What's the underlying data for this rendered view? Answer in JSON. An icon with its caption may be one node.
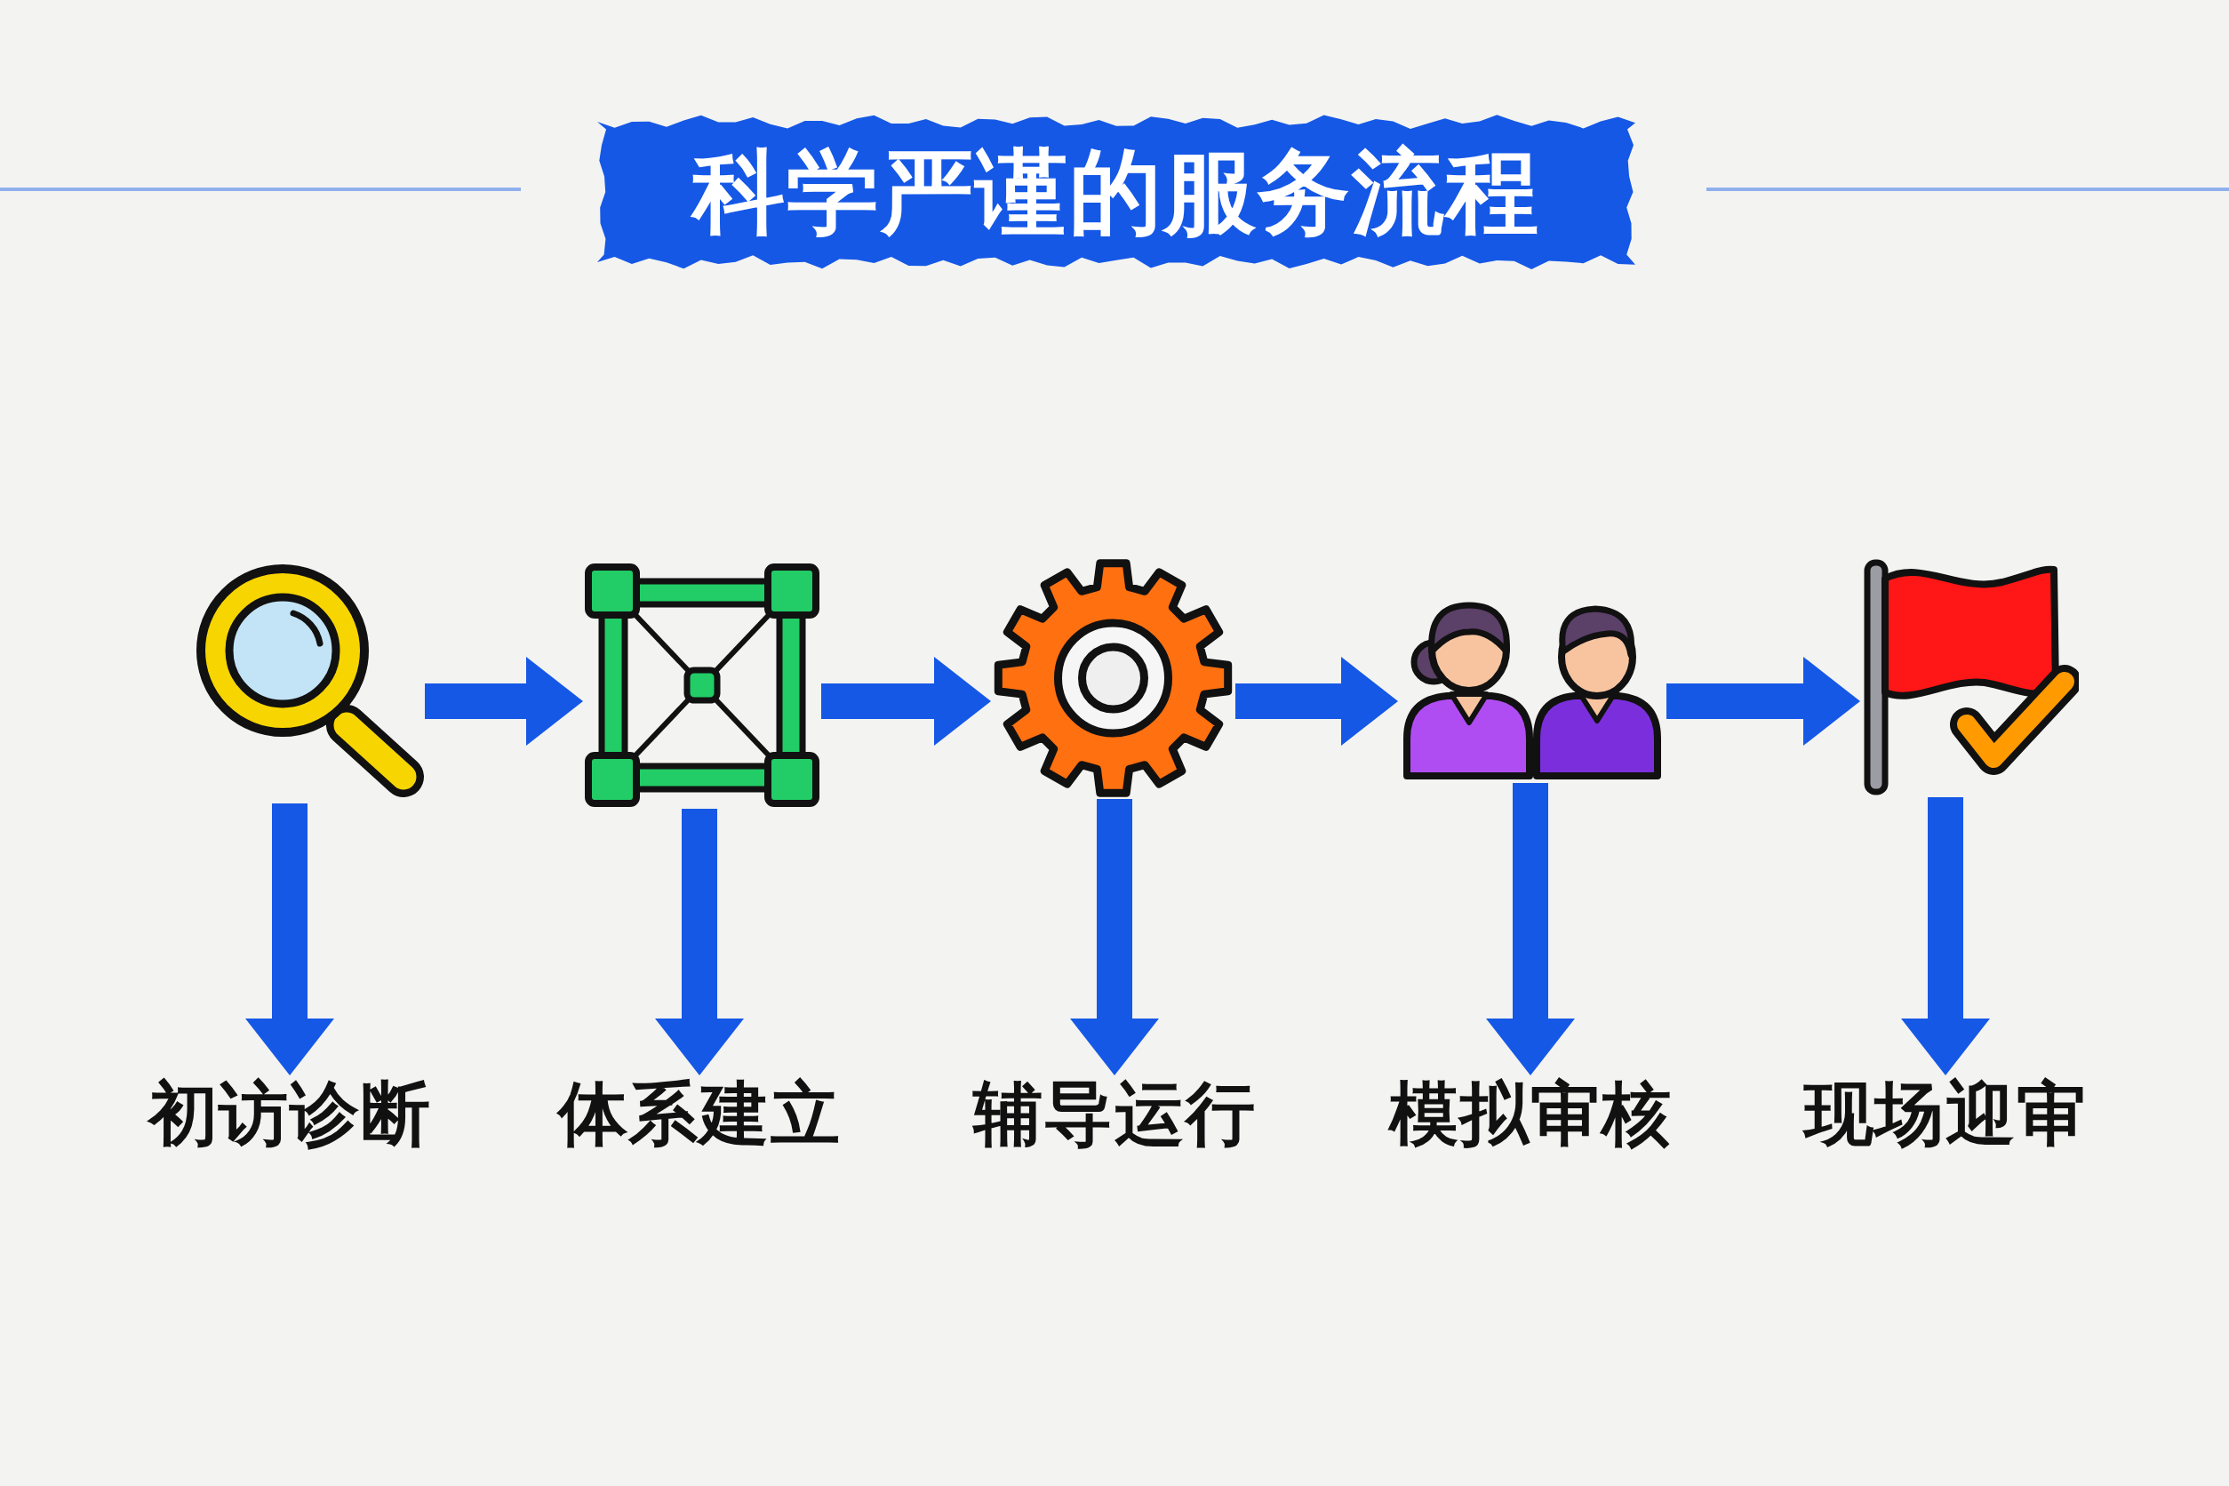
{
  "diagram": {
    "title": "科学严谨的服务流程",
    "nodes": [
      {
        "text": [],
        "shape": "picture"
      },
      {
        "text": [],
        "shape": "picture"
      },
      {
        "text": [],
        "shape": "picture"
      },
      {
        "text": [],
        "shape": "picture"
      },
      {
        "text": [],
        "shape": "picture"
      },
      {
        "text": [
          "初访诊断"
        ]
      },
      {
        "text": [
          "体系建立"
        ]
      },
      {
        "text": [
          "辅导运行"
        ]
      },
      {
        "text": [
          "模拟审核"
        ]
      },
      {
        "text": [
          "现场迎审"
        ]
      }
    ],
    "edges": [
      {
        "from": 0,
        "to": 1,
        "arrow": "to"
      },
      {
        "from": 1,
        "to": 2,
        "arrow": "to"
      },
      {
        "from": 2,
        "to": 3,
        "arrow": "to"
      },
      {
        "from": 3,
        "to": 4,
        "arrow": "to"
      },
      {
        "from": 0,
        "to": 5,
        "arrow": "to"
      },
      {
        "from": 1,
        "to": 6,
        "arrow": "to"
      },
      {
        "from": 2,
        "to": 7,
        "arrow": "to"
      },
      {
        "from": 3,
        "to": 8,
        "arrow": "to"
      },
      {
        "from": 4,
        "to": 9,
        "arrow": "to"
      }
    ]
  }
}
